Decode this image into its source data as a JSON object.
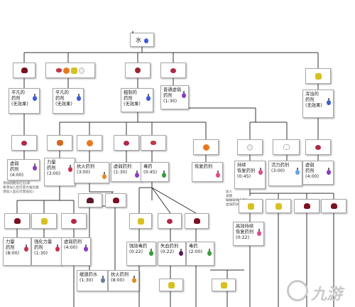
{
  "diagram": {
    "root": {
      "label": "水"
    },
    "potions": {
      "p_mundane": "平凡的\n药剂\n(无效果)",
      "p_mundane2": "平凡的\n药剂\n(无效果)",
      "p_awkward": "粗制的\n药剂\n(无效果)",
      "p_weak": "普通虚弱\n药剂\n(1:30)",
      "p_thick": "浑浊的\n药剂\n(无效果)",
      "p_weak_l": "虚弱\n药剂\n(4:00)",
      "p_strength": "力量\n药剂\n(3:00)",
      "p_fire": "抗火药剂\n(3:00)",
      "p_weak_m": "虚弱药剂\n(1:30)",
      "p_poison": "毒药\n(0:45)",
      "p_heal": "恢复药剂\n",
      "p_regen": "持续\n恢复药剂\n(0:45)",
      "p_vigor": "活力药剂\n(3:00)",
      "p_weak_r": "虚弱\n药剂\n(4:00)",
      "p_strength8": "力量\n药剂\n(8:00)",
      "p_strength2": "强化力量\n药剂\n(1:30)",
      "p_weak_b": "虚弱药剂\n(4:00)",
      "p_poison2": "强效毒药\n(0:22)",
      "p_harm": "失血药剂\n(0:22)",
      "p_poison3": "毒药\n(2:00)",
      "p_regen2": "高效持续\n恢复药剂\n(0:22)",
      "p_slow": "缓速药水\n(1:30)",
      "p_fire8": "抗火药剂\n(8:00)"
    },
    "notes": {
      "left": "添加圆圈及红石(即\n将添加入后可变为强化版\n添加入萤石可变强化)",
      "right": "加入\n发酵\n蜘蛛眼将会变为\n虚弱药水"
    },
    "watermark": "九游",
    "colors": {
      "line": "#333333",
      "red_potion": "#c5304a",
      "pink_potion": "#e04a8a",
      "blue_potion": "#3a5ad8",
      "purple_potion": "#8a3ac0",
      "orange_potion": "#e08a20"
    }
  }
}
